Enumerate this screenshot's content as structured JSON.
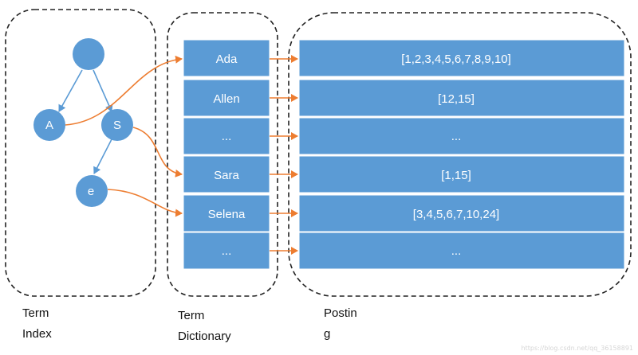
{
  "colors": {
    "cell_fill": "#5b9bd5",
    "cell_stroke": "#ffffff",
    "node_fill": "#5b9bd5",
    "tree_edge": "#5b9bd5",
    "link_edge": "#ed7d31",
    "panel_stroke": "#222222"
  },
  "term_index": {
    "caption_line1": "Term",
    "caption_line2": "Index",
    "nodes": [
      {
        "id": "root",
        "label": ""
      },
      {
        "id": "a",
        "label": "A"
      },
      {
        "id": "s",
        "label": "S"
      },
      {
        "id": "e",
        "label": "e"
      }
    ],
    "edges": [
      {
        "from": "root",
        "to": "a"
      },
      {
        "from": "root",
        "to": "s"
      },
      {
        "from": "s",
        "to": "e"
      }
    ]
  },
  "term_dictionary": {
    "caption_line1": "Term",
    "caption_line2": "Dictionary",
    "terms": [
      "Ada",
      "Allen",
      "...",
      "Sara",
      "Selena",
      "..."
    ]
  },
  "postings": {
    "caption_line1": "Postin",
    "caption_line2": "g",
    "lists": [
      "[1,2,3,4,5,6,7,8,9,10]",
      "[12,15]",
      "...",
      "[1,15]",
      "[3,4,5,6,7,10,24]",
      "..."
    ]
  },
  "index_links": [
    {
      "from": "a",
      "to_term": 0
    },
    {
      "from": "s",
      "to_term": 3
    },
    {
      "from": "e",
      "to_term": 4
    }
  ],
  "watermark": "https://blog.csdn.net/qq_36158891"
}
